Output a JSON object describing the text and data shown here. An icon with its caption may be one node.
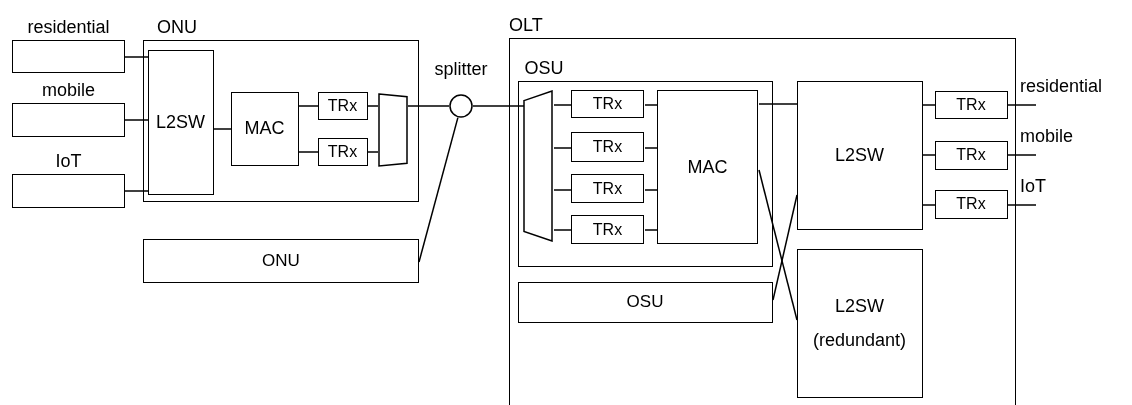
{
  "diagram": {
    "nodes": [
      {
        "text": [
          "residential"
        ]
      },
      {
        "text": [
          "mobile"
        ]
      },
      {
        "text": [
          "IoT"
        ]
      },
      {
        "text": [
          "ONU"
        ]
      },
      {
        "text": [
          "L2SW"
        ],
        "in": 3
      },
      {
        "text": [
          "MAC"
        ],
        "in": 3
      },
      {
        "text": [
          "TRx"
        ],
        "in": 3
      },
      {
        "text": [
          "TRx"
        ],
        "in": 3
      },
      {
        "text": [],
        "shape": "trapezoid",
        "in": 3
      },
      {
        "text": [
          "splitter"
        ]
      },
      {
        "text": [
          "ONU"
        ]
      },
      {
        "text": [
          "OLT"
        ]
      },
      {
        "text": [
          "OSU"
        ],
        "in": 11
      },
      {
        "text": [],
        "shape": "trapezoid",
        "in": 12
      },
      {
        "text": [
          "TRx"
        ],
        "in": 12
      },
      {
        "text": [
          "TRx"
        ],
        "in": 12
      },
      {
        "text": [
          "TRx"
        ],
        "in": 12
      },
      {
        "text": [
          "TRx"
        ],
        "in": 12
      },
      {
        "text": [
          "MAC"
        ],
        "in": 12
      },
      {
        "text": [
          "OSU"
        ],
        "in": 11
      },
      {
        "text": [
          "L2SW"
        ],
        "in": 11
      },
      {
        "text": [
          "L2SW",
          "(redundant)"
        ],
        "in": 11
      },
      {
        "text": [
          "TRx"
        ],
        "in": 11
      },
      {
        "text": [
          "TRx"
        ],
        "in": 11
      },
      {
        "text": [
          "TRx"
        ],
        "in": 11
      },
      {
        "text": [
          "residential"
        ]
      },
      {
        "text": [
          "mobile"
        ]
      },
      {
        "text": [
          "IoT"
        ]
      }
    ],
    "edges": [
      {
        "from": 0,
        "to": 4,
        "arrow": "none"
      },
      {
        "from": 1,
        "to": 4,
        "arrow": "none"
      },
      {
        "from": 2,
        "to": 4,
        "arrow": "none"
      },
      {
        "from": 4,
        "to": 5,
        "arrow": "none"
      },
      {
        "from": 5,
        "to": 6,
        "arrow": "none"
      },
      {
        "from": 5,
        "to": 7,
        "arrow": "none"
      },
      {
        "from": 6,
        "to": 8,
        "arrow": "none"
      },
      {
        "from": 7,
        "to": 8,
        "arrow": "none"
      },
      {
        "from": 8,
        "to": 9,
        "arrow": "none"
      },
      {
        "from": 10,
        "to": 9,
        "arrow": "none"
      },
      {
        "from": 9,
        "to": 13,
        "arrow": "none"
      },
      {
        "from": 13,
        "to": 14,
        "arrow": "none"
      },
      {
        "from": 13,
        "to": 15,
        "arrow": "none"
      },
      {
        "from": 13,
        "to": 16,
        "arrow": "none"
      },
      {
        "from": 13,
        "to": 17,
        "arrow": "none"
      },
      {
        "from": 14,
        "to": 18,
        "arrow": "none"
      },
      {
        "from": 15,
        "to": 18,
        "arrow": "none"
      },
      {
        "from": 16,
        "to": 18,
        "arrow": "none"
      },
      {
        "from": 17,
        "to": 18,
        "arrow": "none"
      },
      {
        "from": 18,
        "to": 20,
        "arrow": "none"
      },
      {
        "from": 18,
        "to": 21,
        "arrow": "none"
      },
      {
        "from": 19,
        "to": 20,
        "arrow": "none"
      },
      {
        "from": 20,
        "to": 22,
        "arrow": "none"
      },
      {
        "from": 20,
        "to": 23,
        "arrow": "none"
      },
      {
        "from": 20,
        "to": 24,
        "arrow": "none"
      },
      {
        "from": 22,
        "to": 25,
        "arrow": "none"
      },
      {
        "from": 23,
        "to": 26,
        "arrow": "none"
      },
      {
        "from": 24,
        "to": 27,
        "arrow": "none"
      }
    ]
  }
}
